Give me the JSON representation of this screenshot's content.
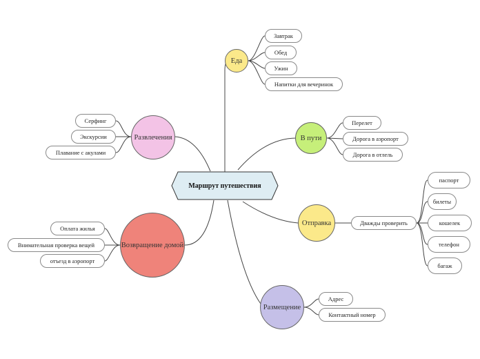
{
  "center": {
    "label": "Маршрут  путешествия",
    "color": "#deedf3"
  },
  "branches": {
    "food": {
      "label": "Еда",
      "color": "#fbe98a",
      "items": [
        "Завтрак",
        "Обед",
        "Ужин",
        "Напитки  для  вечеринок"
      ]
    },
    "on_the_way": {
      "label": "В  пути",
      "color": "#c6ef7a",
      "items": [
        "Перелет",
        "Дорога  в  аэропорт",
        "Дорога  в  отлель"
      ]
    },
    "departure": {
      "label": "Отправка",
      "color": "#fbe98a",
      "check_label": "Дважды  проверить",
      "items": [
        "паспорт",
        "билеты",
        "кошелек",
        "телефон",
        "багаж"
      ]
    },
    "lodging": {
      "label": "Размещение",
      "color": "#c5c0e8",
      "items": [
        "Адрес",
        "Контактный  номер"
      ]
    },
    "return_home": {
      "label": "Возвращение  домой",
      "color": "#ef837a",
      "items": [
        "Оплата  жилья",
        "Внимательная  проверка  вещей",
        "отъезд  в  аэропорт"
      ]
    },
    "entertainment": {
      "label": "Развлечения",
      "color": "#f3c3e6",
      "items": [
        "Серфинг",
        "Экскурсии",
        "Плавание  с  акулами"
      ]
    }
  }
}
